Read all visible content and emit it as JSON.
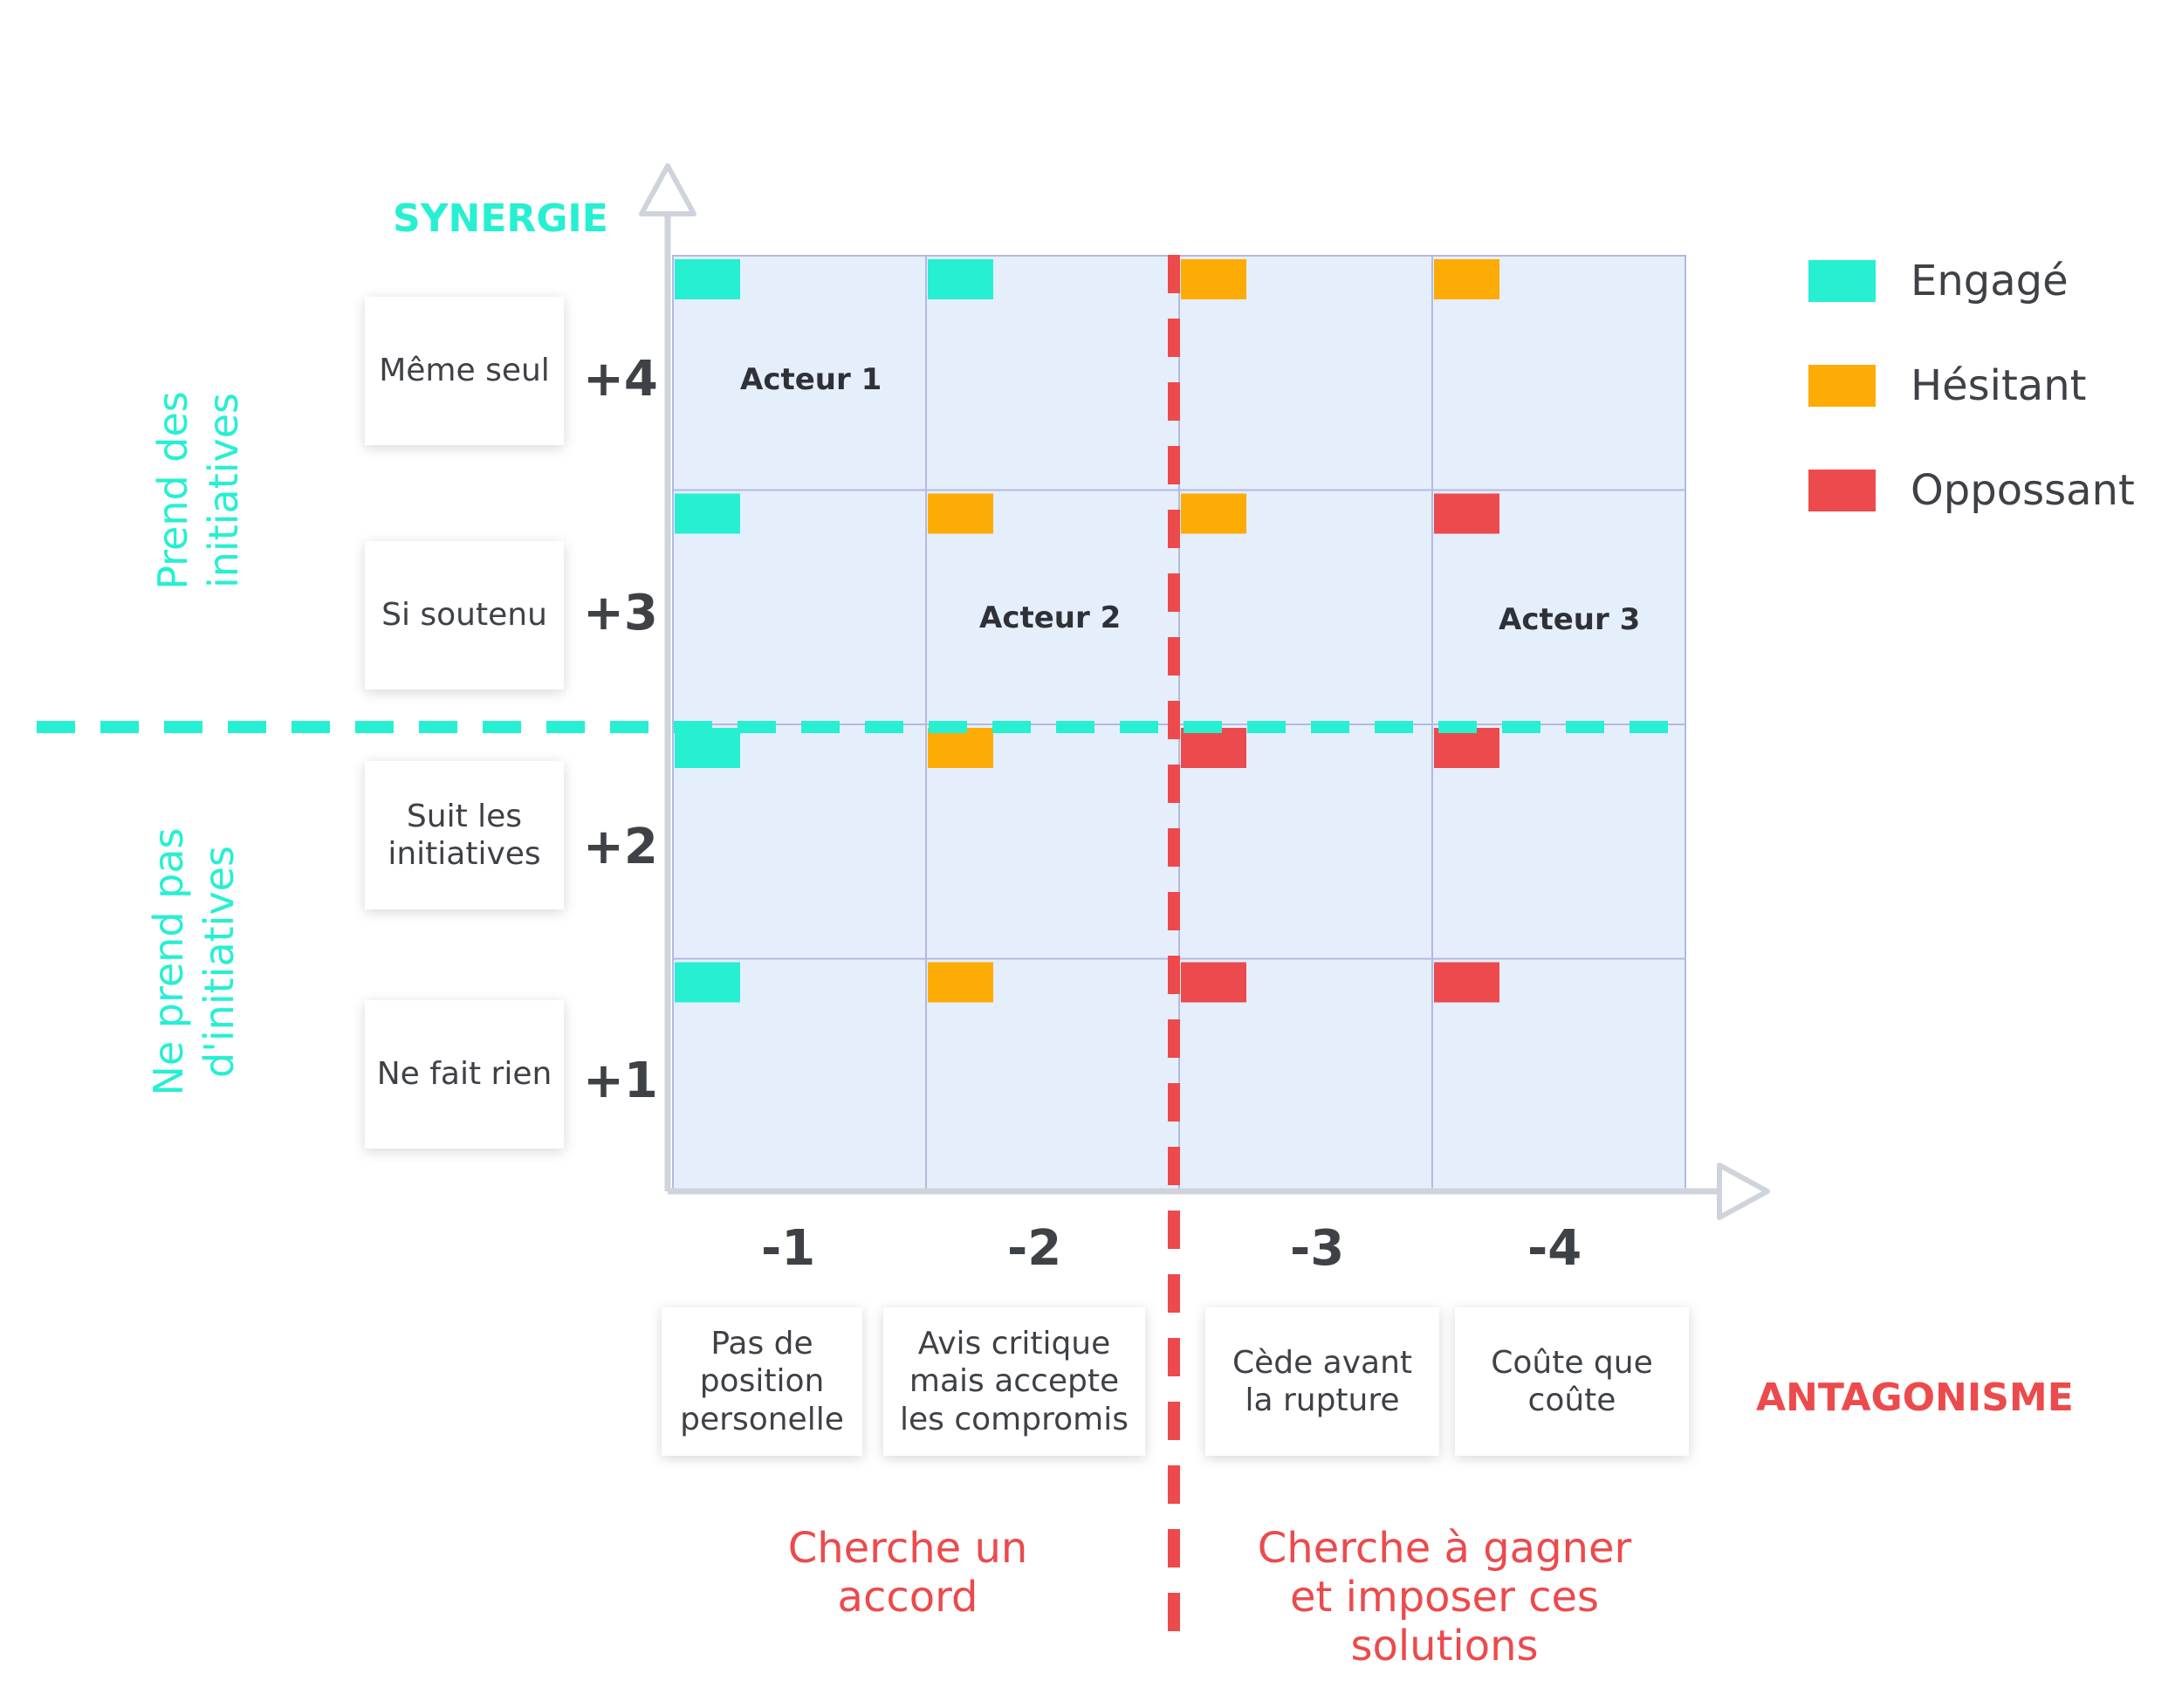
{
  "y_axis": {
    "title": "SYNERGIE",
    "upper_side_label": [
      "Prend des",
      "initiatives"
    ],
    "lower_side_label": [
      "Ne prend pas",
      "d'initiatives"
    ],
    "levels": [
      {
        "value": "+4",
        "description": "Même seul"
      },
      {
        "value": "+3",
        "description": "Si soutenu"
      },
      {
        "value": "+2",
        "description": "Suit les initiatives"
      },
      {
        "value": "+1",
        "description": "Ne fait rien"
      }
    ]
  },
  "x_axis": {
    "title": "ANTAGONISME",
    "levels": [
      {
        "value": "-1",
        "description": "Pas de position personelle"
      },
      {
        "value": "-2",
        "description": "Avis critique mais accepte les compromis"
      },
      {
        "value": "-3",
        "description": "Cède avant la rupture"
      },
      {
        "value": "-4",
        "description": "Coûte que coûte"
      }
    ],
    "left_zone_label": "Cherche un accord",
    "right_zone_label": "Cherche à gagner et imposer ces solutions"
  },
  "grid": [
    [
      "engage",
      "engage",
      "hesitant",
      "hesitant"
    ],
    [
      "engage",
      "hesitant",
      "hesitant",
      "opposant"
    ],
    [
      "engage",
      "hesitant",
      "opposant",
      "opposant"
    ],
    [
      "engage",
      "hesitant",
      "opposant",
      "opposant"
    ]
  ],
  "actors": [
    {
      "label": "Acteur 1"
    },
    {
      "label": "Acteur 2"
    },
    {
      "label": "Acteur 3"
    }
  ],
  "legend": [
    {
      "key": "engage",
      "label": "Engagé",
      "color": "#27efd2"
    },
    {
      "key": "hesitant",
      "label": "Hésitant",
      "color": "#fdab05"
    },
    {
      "key": "opposant",
      "label": "Oppossant",
      "color": "#ec4a4c"
    }
  ],
  "colors": {
    "synergy": "#27efd2",
    "antagonism": "#ec4a4c",
    "cell_fill": "#e5effc",
    "cell_border": "#b4b9e0",
    "axis": "#cfd3dc"
  }
}
